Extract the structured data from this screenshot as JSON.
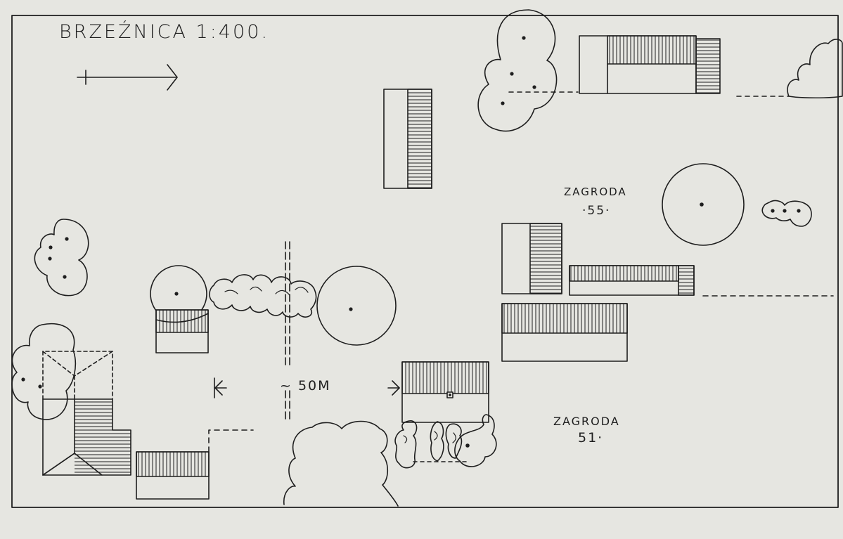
{
  "map": {
    "title": "BRZEŹNICA 1:400.",
    "distance_label": "~ 50M",
    "homesteads": [
      {
        "name": "ZAGRODA",
        "number": "·55·"
      },
      {
        "name": "ZAGRODA",
        "number": "51·"
      }
    ]
  },
  "colors": {
    "paper": "#e6e6e1",
    "ink": "#1e1e1e",
    "frame": "#2a2a2a"
  }
}
